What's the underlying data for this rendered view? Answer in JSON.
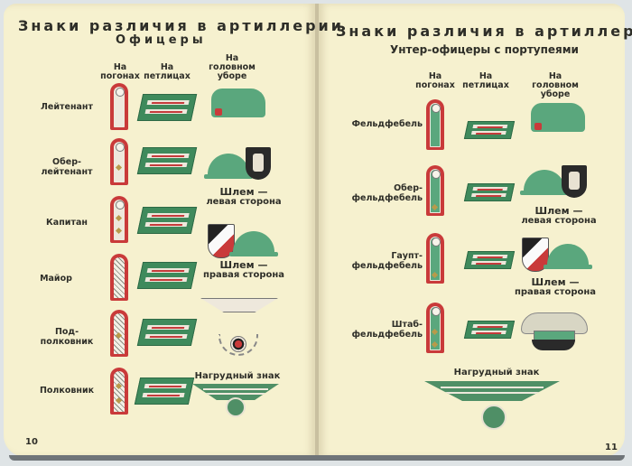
{
  "left_page": {
    "title": "Знаки различия в артиллерии",
    "subtitle": "Офицеры",
    "columns": [
      "На погонах",
      "На петлицах",
      "На головном уборе"
    ],
    "column_lines": [
      [
        "На",
        "погонах"
      ],
      [
        "На",
        "петлицах"
      ],
      [
        "На",
        "головном",
        "уборе"
      ]
    ],
    "ranks": [
      {
        "label_lines": [
          "Лейтенант"
        ]
      },
      {
        "label_lines": [
          "Обер-",
          "лейтенант"
        ]
      },
      {
        "label_lines": [
          "Капитан"
        ]
      },
      {
        "label_lines": [
          "Майор"
        ]
      },
      {
        "label_lines": [
          "Под-",
          "полковник"
        ]
      },
      {
        "label_lines": [
          "Полковник"
        ]
      }
    ],
    "captions": {
      "helmet_left": [
        "Шлем —",
        "левая сторона"
      ],
      "helmet_right": [
        "Шлем —",
        "правая сторона"
      ],
      "breast_badge": "Нагрудный знак"
    },
    "page_number": "10"
  },
  "right_page": {
    "title": "Знаки различия в артиллерии",
    "subtitle": "Унтер-офицеры с портупеями",
    "column_lines": [
      [
        "На",
        "погонах"
      ],
      [
        "На",
        "петлицах"
      ],
      [
        "На",
        "головном",
        "уборе"
      ]
    ],
    "ranks": [
      {
        "label_lines": [
          "Фельдфебель"
        ]
      },
      {
        "label_lines": [
          "Обер-",
          "фельдфебель"
        ]
      },
      {
        "label_lines": [
          "Гаупт-",
          "фельдфебель"
        ]
      },
      {
        "label_lines": [
          "Штаб-",
          "фельдфебель"
        ]
      }
    ],
    "captions": {
      "helmet_left": [
        "Шлем —",
        "левая сторона"
      ],
      "helmet_right": [
        "Шлем —",
        "правая сторона"
      ],
      "breast_badge": "Нагрудный знак"
    },
    "page_number": "11"
  },
  "colors": {
    "paper": "#f6f1cf",
    "artillery_red": "#c93a3a",
    "field_green": "#3f8a5c",
    "text": "#2e2e28"
  }
}
